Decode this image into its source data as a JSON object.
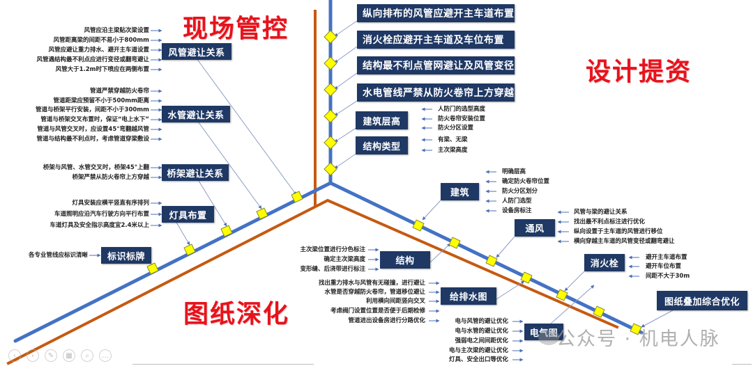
{
  "titles": {
    "top_left": "现场管控",
    "top_right": "设计提资",
    "bottom_left": "图纸深化"
  },
  "colors": {
    "blue_line": "#4472c4",
    "orange_line": "#c55a11",
    "box_bg": "#1f3864",
    "title_red": "#e8121b",
    "diamond": "#ffff00"
  },
  "site_control": {
    "duct": {
      "label": "风管避让关系",
      "notes": [
        "风管应沿主梁贴次梁设置",
        "风管距离梁的间距不易小于800mm",
        "风管应避让重力排水、避开主车道设置",
        "风管遇结构最不利点应进行变径或翻弯避让",
        "风管大于1.2m时下喷应在两侧布置"
      ]
    },
    "water": {
      "label": "水管避让关系",
      "notes": [
        "管道严禁穿越防火卷帘",
        "管道距梁应预留不小于500mm距离",
        "管道与桥架平行安装，间距不小于300mm",
        "管道与桥架交叉布置时，保证“电上水下”",
        "管道与风管交叉时，应设置45°弯翻越风管",
        "管道与结构最不利点时，考虑管道穿梁敷设"
      ]
    },
    "tray": {
      "label": "桥架避让关系",
      "notes": [
        "桥架与风管、水管交叉时，桥架45°上翻",
        "桥架严禁从防火卷帘上方穿越"
      ]
    },
    "lighting": {
      "label": "灯具布置",
      "notes": [
        "灯具安装应横平竖直有序排列",
        "车道照明应沿汽车行驶方向平行布置",
        "车道灯具及安全指示高度宜2.4米以上"
      ]
    },
    "signage": {
      "label": "标识标牌",
      "notes": [
        "各专业管线应标识清晰"
      ]
    }
  },
  "design_input": {
    "top_rules": [
      "纵向排布的风管应避开主车道布置",
      "消火栓应避开主车道及车位布置",
      "结构最不利点管网避让及风管变径",
      "水电管线严禁从防火卷帘上方穿越"
    ],
    "building_height": {
      "label": "建筑层高",
      "notes": [
        "人防门的选型高度",
        "防火卷帘安装位置",
        "防火分区设置"
      ]
    },
    "structure_type": {
      "label": "结构类型",
      "notes": [
        "有梁、无梁",
        "主次梁高度"
      ]
    }
  },
  "drawing_deepening": {
    "architecture": {
      "label": "建筑",
      "notes": [
        "明确层高",
        "确定防火卷帘位置",
        "防火分区划分",
        "人防门选型",
        "设备房标注"
      ]
    },
    "ventilation": {
      "label": "通风",
      "notes": [
        "风管与梁的避让关系",
        "找出最不利点标注进行优化",
        "纵向设置于主车道的风管进行移位",
        "横向穿越主车道的风管变径或翻弯避让"
      ]
    },
    "hydrant": {
      "label": "消火栓",
      "notes": [
        "避开主车道布置",
        "避开车位布置",
        "间距不大于30m"
      ]
    },
    "overlay": {
      "label": "图纸叠加综合优化"
    },
    "structure": {
      "label": "结构",
      "notes": [
        "主次梁位置进行分色标注",
        "确定主次梁高度",
        "变形缝、后浇带进行标注"
      ]
    },
    "plumbing": {
      "label": "给排水图",
      "notes": [
        "找出重力排水与风管有无碰撞，进行避让",
        "水管是否穿越防火卷帘，管道移位避让",
        "利用横向间距竖向交叉",
        "考虑阀门设置位置是否便于后期检修",
        "管道进出设备房进行分路优化"
      ]
    },
    "electrical": {
      "label": "电气图",
      "notes": [
        "电与风管的避让优化",
        "电与水管的避让优化",
        "强弱电之间间距优化",
        "电与主次梁的避让优化",
        "灯具、安全出口等优化"
      ]
    }
  },
  "watermark": "公众号 · 机电人脉",
  "viewer_controls": [
    "prev",
    "next",
    "pen",
    "slides",
    "zoom",
    "more"
  ]
}
